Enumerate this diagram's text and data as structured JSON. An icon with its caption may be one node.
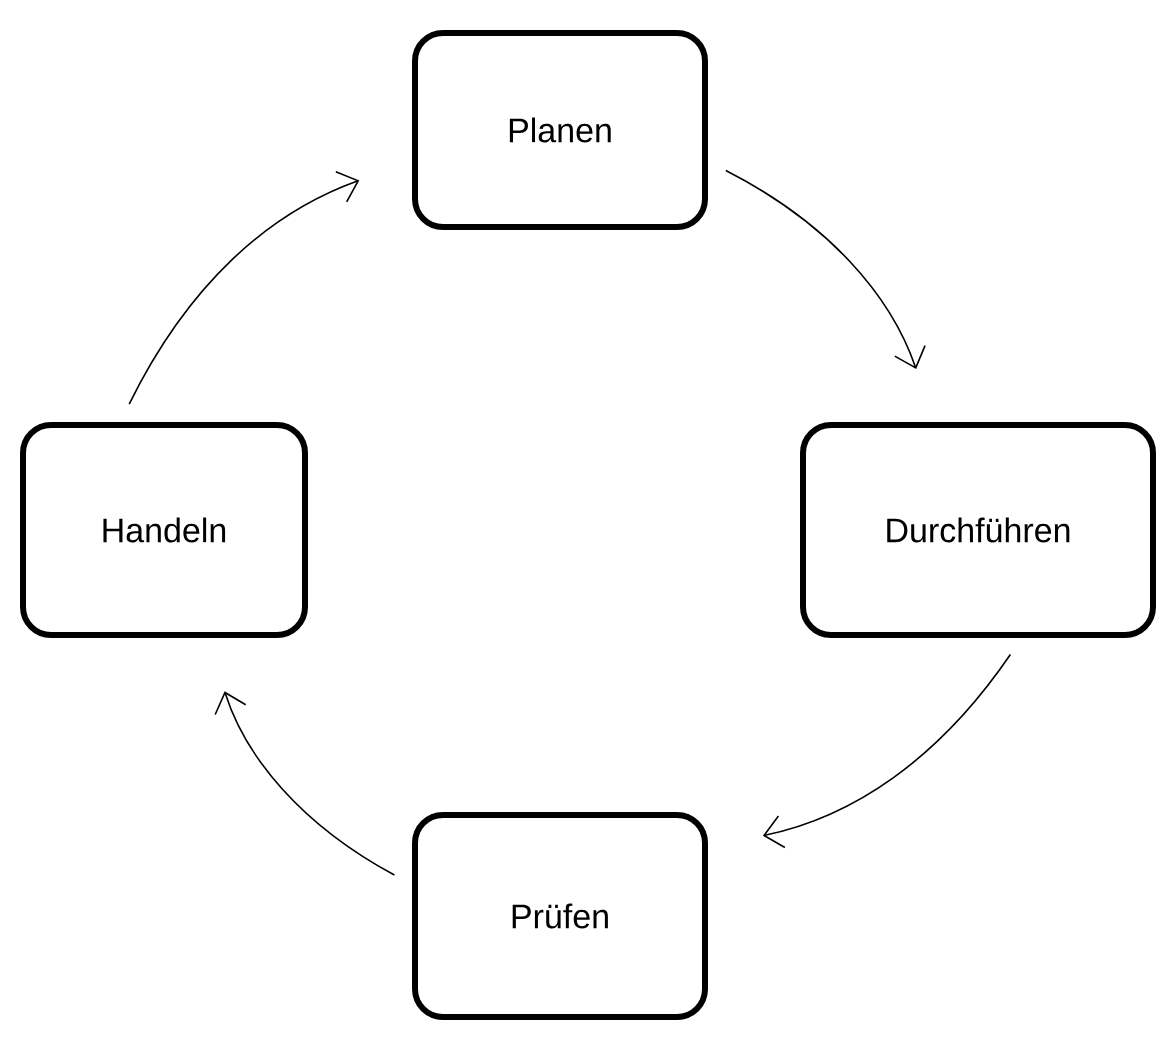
{
  "diagram": {
    "nodes": [
      {
        "text": [
          "Planen"
        ]
      },
      {
        "text": [
          "Durchführen"
        ]
      },
      {
        "text": [
          "Prüfen"
        ]
      },
      {
        "text": [
          "Handeln"
        ]
      }
    ],
    "edges": [
      {
        "from": 0,
        "to": 1,
        "arrow": "to"
      },
      {
        "from": 1,
        "to": 2,
        "arrow": "to"
      },
      {
        "from": 2,
        "to": 3,
        "arrow": "to"
      },
      {
        "from": 3,
        "to": 0,
        "arrow": "to"
      }
    ]
  }
}
